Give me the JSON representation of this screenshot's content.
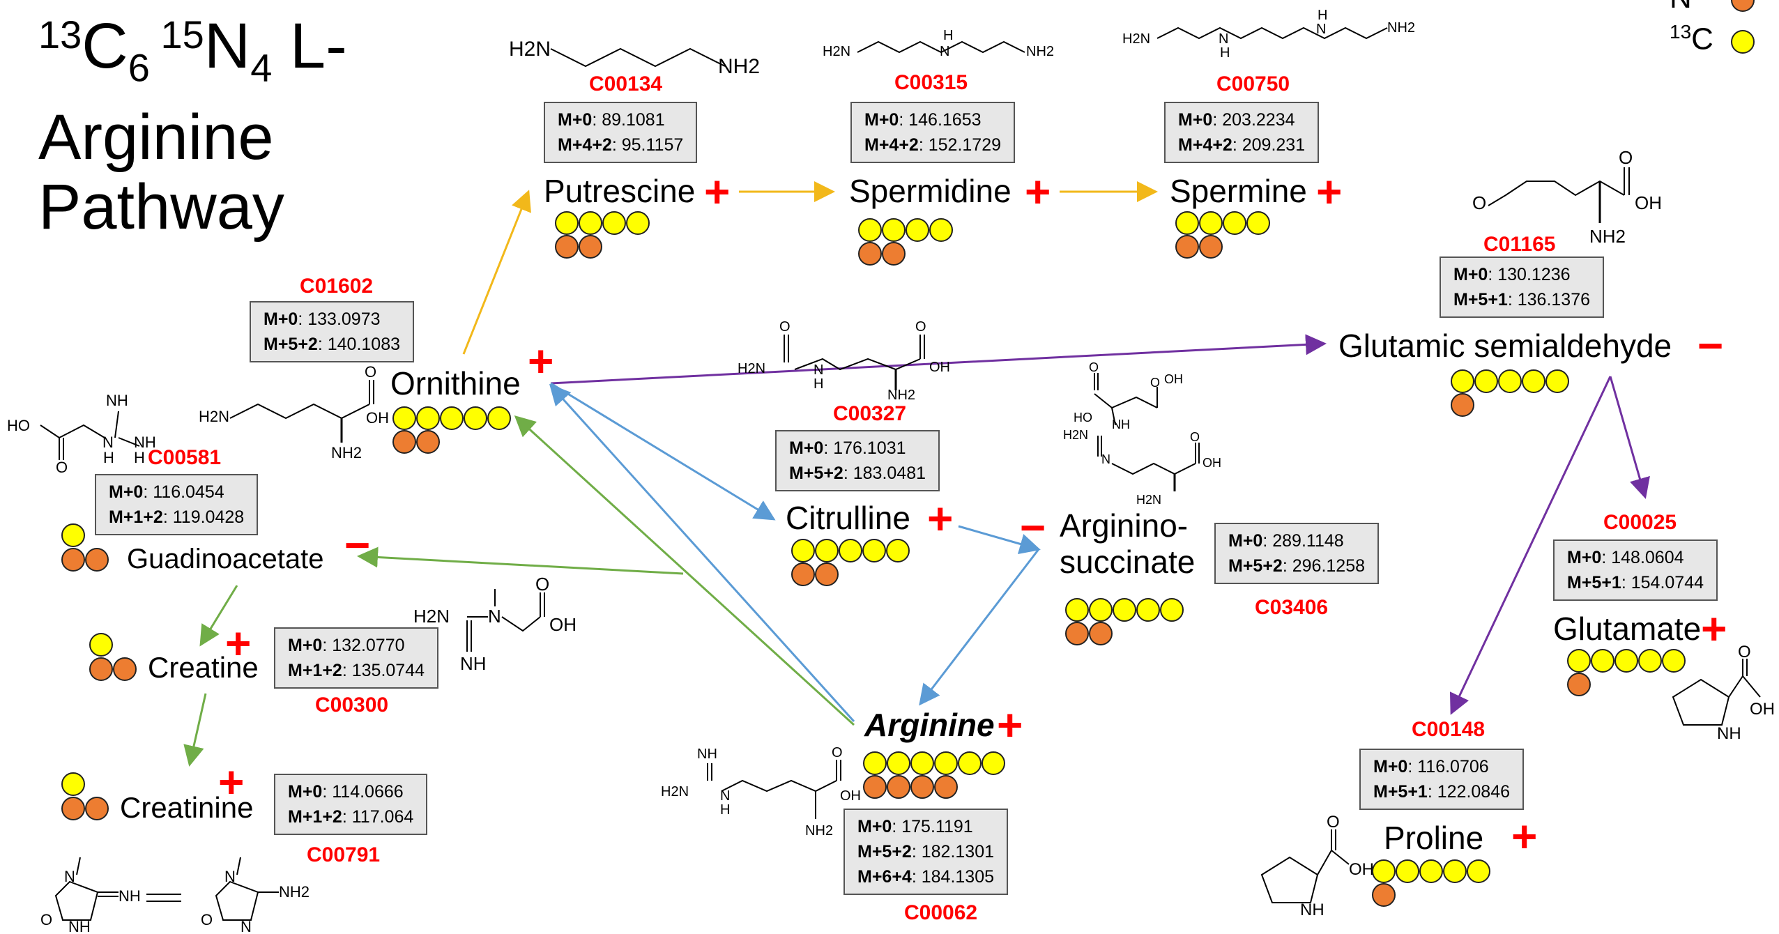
{
  "title": {
    "line1_a": "13",
    "line1_b": "C",
    "line1_c": "6",
    "line1_d": " 15",
    "line1_e": "N",
    "line1_f": "4",
    "line1_g": " L-",
    "line2": "Arginine",
    "line3": "Pathway"
  },
  "legend": {
    "n_label": "N",
    "c_sup": "13",
    "c_label": "C"
  },
  "colors": {
    "yellow": "#ffff00",
    "orange": "#ed7d31",
    "red": "#ff0000",
    "orange_arrow": "#f2b81a",
    "purple_arrow": "#7030a0",
    "blue_arrow": "#5b9bd5",
    "green_arrow": "#70ad47"
  },
  "metabolites": {
    "putrescine": {
      "name": "Putrescine",
      "sign": "+",
      "code": "C00134",
      "m0_label": "M+0",
      "m0": ": 89.1081",
      "m1_label": "M+4+2",
      "m1": ": 95.1157"
    },
    "spermidine": {
      "name": "Spermidine",
      "sign": "+",
      "code": "C00315",
      "m0_label": "M+0",
      "m0": ": 146.1653",
      "m1_label": "M+4+2",
      "m1": ": 152.1729"
    },
    "spermine": {
      "name": "Spermine",
      "sign": "+",
      "code": "C00750",
      "m0_label": "M+0",
      "m0": ": 203.2234",
      "m1_label": "M+4+2",
      "m1": ": 209.231"
    },
    "gsa": {
      "name": "Glutamic semialdehyde",
      "sign": "−",
      "code": "C01165",
      "m0_label": "M+0",
      "m0": ": 130.1236",
      "m1_label": "M+5+1",
      "m1": ": 136.1376"
    },
    "ornithine": {
      "name": "Ornithine",
      "sign": "+",
      "code": "C01602",
      "m0_label": "M+0",
      "m0": ": 133.0973",
      "m1_label": "M+5+2",
      "m1": ": 140.1083"
    },
    "guanidinoacetate": {
      "name": "Guadinoacetate",
      "sign": "−",
      "code": "C00581",
      "m0_label": "M+0",
      "m0": ": 116.0454",
      "m1_label": "M+1+2",
      "m1": ": 119.0428"
    },
    "citrulline": {
      "name": "Citrulline",
      "sign": "+",
      "code": "C00327",
      "m0_label": "M+0",
      "m0": ": 176.1031",
      "m1_label": "M+5+2",
      "m1": ": 183.0481"
    },
    "argininosuccinate": {
      "name1": "Arginino-",
      "name2": "succinate",
      "sign": "−",
      "code": "C03406",
      "m0_label": "M+0",
      "m0": ": 289.1148",
      "m1_label": "M+5+2",
      "m1": ": 296.1258"
    },
    "glutamate": {
      "name": "Glutamate",
      "sign": "+",
      "code": "C00025",
      "m0_label": "M+0",
      "m0": ": 148.0604",
      "m1_label": "M+5+1",
      "m1": ": 154.0744"
    },
    "creatine": {
      "name": "Creatine",
      "sign": "+",
      "code": "C00300",
      "m0_label": "M+0",
      "m0": ": 132.0770",
      "m1_label": "M+1+2",
      "m1": ": 135.0744"
    },
    "creatinine": {
      "name": "Creatinine",
      "sign": "+",
      "code": "C00791",
      "m0_label": "M+0",
      "m0": ": 114.0666",
      "m1_label": "M+1+2",
      "m1": ": 117.064"
    },
    "arginine": {
      "name": "Arginine",
      "sign": "+",
      "code": "C00062",
      "m0_label": "M+0",
      "m0": ": 175.1191",
      "m1_label": "M+5+2",
      "m1": ": 182.1301",
      "m2_label": "M+6+4",
      "m2": ": 184.1305"
    },
    "proline": {
      "name": "Proline",
      "sign": "+",
      "code": "C00148",
      "m0_label": "M+0",
      "m0": ": 116.0706",
      "m1_label": "M+5+1",
      "m1": ": 122.0846"
    }
  },
  "atoms": {
    "h2n": "H2N",
    "nh2": "NH2",
    "nh": "NH",
    "h": "H",
    "n": "N",
    "o": "O",
    "oh": "OH",
    "ho": "HO"
  }
}
